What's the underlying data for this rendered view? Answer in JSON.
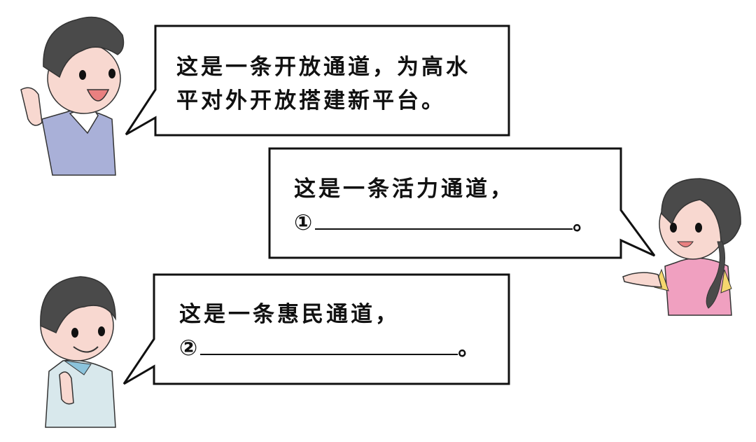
{
  "bubbles": [
    {
      "speaker": "boy-top-left",
      "line1": "这是一条开放通道，为高水",
      "line2": "平对外开放搭建新平台。"
    },
    {
      "speaker": "girl-right",
      "line1": "这是一条活力通道，",
      "blank_number": "①",
      "end_punct": "。"
    },
    {
      "speaker": "boy-bottom-left",
      "line1": "这是一条惠民通道，",
      "blank_number": "②",
      "end_punct": "。"
    }
  ],
  "colors": {
    "outline": "#111111",
    "skin": "#f8d8d0",
    "hair": "#4a4a4a",
    "boy1_shirt": "#a9b0d8",
    "girl_dress": "#f0a0c0",
    "girl_sleeve": "#f5d76e",
    "boy2_shirt": "#d8e8ec",
    "boy2_collar": "#8cc4dc"
  }
}
